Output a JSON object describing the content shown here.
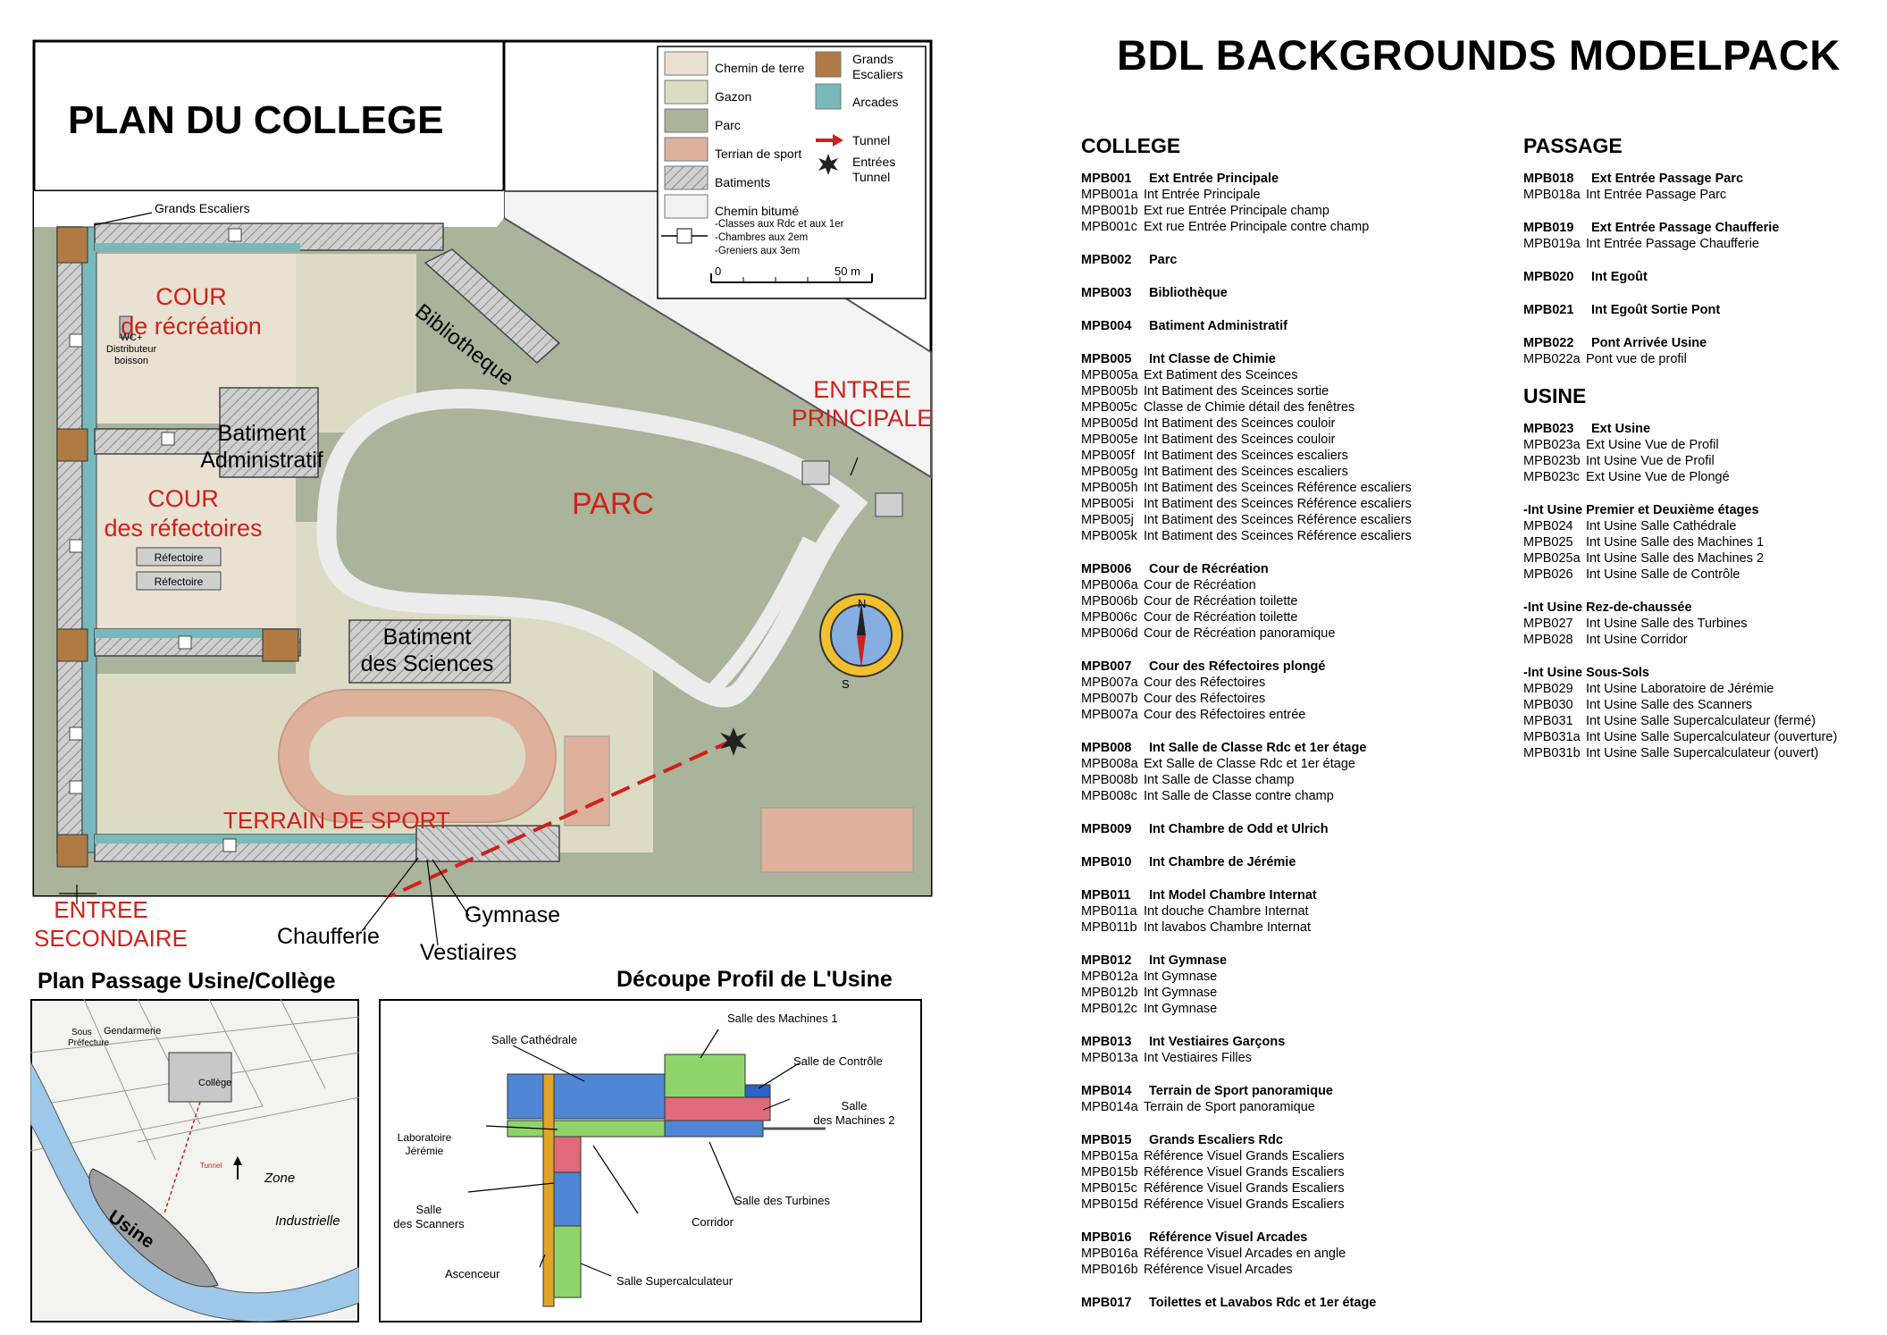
{
  "main_title": "BDL BACKGROUNDS MODELPACK",
  "map": {
    "title": "PLAN DU COLLEGE",
    "labels": {
      "grands_escaliers": "Grands Escaliers",
      "cour_recreation_1": "COUR",
      "cour_recreation_2": "de récréation",
      "wc_1": "WC+",
      "wc_2": "Distributeur",
      "wc_3": "boisson",
      "batiment_admin_1": "Batiment",
      "batiment_admin_2": "Administratif",
      "cour_refectoires_1": "COUR",
      "cour_refectoires_2": "des réfectoires",
      "refectoire_a": "Réfectoire",
      "refectoire_b": "Réfectoire",
      "bibliotheque": "Bibliotheque",
      "entree_principale_1": "ENTREE",
      "entree_principale_2": "PRINCIPALE",
      "parc": "PARC",
      "batiment_sciences_1": "Batiment",
      "batiment_sciences_2": "des Sciences",
      "terrain_sport": "TERRAIN DE SPORT",
      "entree_secondaire_1": "ENTREE",
      "entree_secondaire_2": "SECONDAIRE",
      "chaufferie": "Chaufferie",
      "gymnase": "Gymnase",
      "vestiaires": "Vestiaires",
      "compass_n": "N",
      "compass_s": "S"
    },
    "legend": [
      {
        "label": "Chemin de terre",
        "color": "#e9e2d3"
      },
      {
        "label": "Gazon",
        "color": "#dcdcc4"
      },
      {
        "label": "Parc",
        "color": "#a9b49a"
      },
      {
        "label": "Terrian de sport",
        "color": "#deb19d"
      },
      {
        "label": "Batiments",
        "color": "#d0d0d0"
      },
      {
        "label": "Chemin bitumé",
        "color": "#f0f0f0"
      }
    ],
    "legend_right": [
      {
        "label_1": "Grands",
        "label_2": "Escaliers",
        "color": "#b07a45"
      },
      {
        "label_1": "Arcades",
        "label_2": "",
        "color": "#79b9bb"
      }
    ],
    "legend_tunnel": "Tunnel",
    "legend_entrees_1": "Entrées",
    "legend_entrees_2": "Tunnel",
    "legend_floors": [
      "-Classes aux Rdc et aux 1er",
      "-Chambres aux 2em",
      "-Greniers aux 3em"
    ],
    "scale_start": "0",
    "scale_end": "50 m",
    "colors": {
      "path": "#ececec",
      "park": "#a9b49a",
      "lawn": "#dcdcc4",
      "dirt": "#e9e2d3",
      "sport": "#deb19d",
      "building": "#cfcfcf",
      "stairs": "#b07a45",
      "arcade": "#79b9bb",
      "accent_red": "#d0201a"
    }
  },
  "passage_map": {
    "title": "Plan Passage Usine/Collège",
    "labels": {
      "college": "Collège",
      "zone": "Zone",
      "industrielle": "Industrielle",
      "usine": "Usine",
      "gendarmerie": "Gendarmerie",
      "sous": "Sous",
      "prefecture": "Préfecture",
      "tunnel": "Tunnel"
    }
  },
  "profile": {
    "title": "Découpe Profil de L'Usine",
    "labels": {
      "salle_machines_1": "Salle des Machines 1",
      "salle_cathedrale": "Salle Cathédrale",
      "salle_controle": "Salle de Contrôle",
      "salle_machines_2_a": "Salle",
      "salle_machines_2_b": "des Machines 2",
      "laboratoire_a": "Laboratoire",
      "laboratoire_b": "Jérémie",
      "salle_turbines": "Salle des Turbines",
      "salle_scanners_a": "Salle",
      "salle_scanners_b": "des Scanners",
      "corridor": "Corridor",
      "ascenceur": "Ascenceur",
      "salle_supercalculateur": "Salle Supercalculateur"
    }
  },
  "sections_left": [
    {
      "title": "COLLEGE",
      "groups": [
        [
          {
            "code": "MPB001",
            "text": "Ext Entrée Principale",
            "main": true
          },
          {
            "code": "MPB001a",
            "text": "Int Entrée Principale"
          },
          {
            "code": "MPB001b",
            "text": "Ext rue Entrée Principale champ"
          },
          {
            "code": "MPB001c",
            "text": "Ext rue Entrée Principale contre champ"
          }
        ],
        [
          {
            "code": "MPB002",
            "text": "Parc",
            "main": true
          }
        ],
        [
          {
            "code": "MPB003",
            "text": "Bibliothèque",
            "main": true
          }
        ],
        [
          {
            "code": "MPB004",
            "text": "Batiment Administratif",
            "main": true
          }
        ],
        [
          {
            "code": "MPB005",
            "text": "Int Classe de Chimie",
            "main": true
          },
          {
            "code": "MPB005a",
            "text": "Ext Batiment des Sceinces"
          },
          {
            "code": "MPB005b",
            "text": "Int Batiment des Sceinces sortie"
          },
          {
            "code": "MPB005c",
            "text": "Classe de Chimie détail des fenêtres"
          },
          {
            "code": "MPB005d",
            "text": "Int Batiment des Sceinces couloir"
          },
          {
            "code": "MPB005e",
            "text": "Int Batiment des Sceinces couloir"
          },
          {
            "code": "MPB005f",
            "text": "Int Batiment des Sceinces escaliers"
          },
          {
            "code": "MPB005g",
            "text": "Int Batiment des Sceinces escaliers"
          },
          {
            "code": "MPB005h",
            "text": "Int Batiment des Sceinces Référence escaliers"
          },
          {
            "code": "MPB005i",
            "text": "Int Batiment des Sceinces Référence escaliers"
          },
          {
            "code": "MPB005j",
            "text": "Int Batiment des Sceinces Référence escaliers"
          },
          {
            "code": "MPB005k",
            "text": "Int Batiment des Sceinces Référence escaliers"
          }
        ],
        [
          {
            "code": "MPB006",
            "text": "Cour de Récréation",
            "main": true
          },
          {
            "code": "MPB006a",
            "text": "Cour de Récréation"
          },
          {
            "code": "MPB006b",
            "text": "Cour de Récréation toilette"
          },
          {
            "code": "MPB006c",
            "text": "Cour de Récréation toilette"
          },
          {
            "code": "MPB006d",
            "text": "Cour de Récréation panoramique"
          }
        ],
        [
          {
            "code": "MPB007",
            "text": "Cour des Réfectoires plongé",
            "main": true
          },
          {
            "code": "MPB007a",
            "text": "Cour des Réfectoires"
          },
          {
            "code": "MPB007b",
            "text": "Cour des Réfectoires"
          },
          {
            "code": "MPB007a",
            "text": "Cour des Réfectoires entrée"
          }
        ],
        [
          {
            "code": "MPB008",
            "text": "Int Salle de Classe Rdc et 1er étage",
            "main": true
          },
          {
            "code": "MPB008a",
            "text": "Ext Salle de Classe Rdc et 1er étage"
          },
          {
            "code": "MPB008b",
            "text": "Int Salle de Classe champ"
          },
          {
            "code": "MPB008c",
            "text": "Int Salle de Classe contre champ"
          }
        ],
        [
          {
            "code": "MPB009",
            "text": "Int Chambre de Odd et Ulrich",
            "main": true
          }
        ],
        [
          {
            "code": "MPB010",
            "text": "Int Chambre de Jérémie",
            "main": true
          }
        ],
        [
          {
            "code": "MPB011",
            "text": "Int Model Chambre Internat",
            "main": true
          },
          {
            "code": "MPB011a",
            "text": "Int douche Chambre Internat"
          },
          {
            "code": "MPB011b",
            "text": "Int lavabos Chambre Internat"
          }
        ],
        [
          {
            "code": "MPB012",
            "text": "Int Gymnase",
            "main": true
          },
          {
            "code": "MPB012a",
            "text": "Int Gymnase"
          },
          {
            "code": "MPB012b",
            "text": "Int Gymnase"
          },
          {
            "code": "MPB012c",
            "text": "Int Gymnase"
          }
        ],
        [
          {
            "code": "MPB013",
            "text": "Int Vestiaires Garçons",
            "main": true
          },
          {
            "code": "MPB013a",
            "text": "Int Vestiaires Filles"
          }
        ],
        [
          {
            "code": "MPB014",
            "text": "Terrain de Sport panoramique",
            "main": true
          },
          {
            "code": "MPB014a",
            "text": "Terrain de Sport panoramique"
          }
        ],
        [
          {
            "code": "MPB015",
            "text": "Grands Escaliers Rdc",
            "main": true
          },
          {
            "code": "MPB015a",
            "text": "Référence Visuel Grands Escaliers"
          },
          {
            "code": "MPB015b",
            "text": "Référence Visuel Grands Escaliers"
          },
          {
            "code": "MPB015c",
            "text": "Référence Visuel Grands Escaliers"
          },
          {
            "code": "MPB015d",
            "text": "Référence Visuel Grands Escaliers"
          }
        ],
        [
          {
            "code": "MPB016",
            "text": "Référence Visuel Arcades",
            "main": true
          },
          {
            "code": "MPB016a",
            "text": "Référence Visuel Arcades en angle"
          },
          {
            "code": "MPB016b",
            "text": "Référence Visuel Arcades"
          }
        ],
        [
          {
            "code": "MPB017",
            "text": "Toilettes et Lavabos Rdc et 1er étage",
            "main": true
          }
        ]
      ]
    }
  ],
  "sections_right": [
    {
      "title": "PASSAGE",
      "groups": [
        [
          {
            "code": "MPB018",
            "text": "Ext Entrée Passage Parc",
            "main": true
          },
          {
            "code": "MPB018a",
            "text": "Int Entrée Passage Parc"
          }
        ],
        [
          {
            "code": "MPB019",
            "text": "Ext Entrée Passage Chaufferie",
            "main": true
          },
          {
            "code": "MPB019a",
            "text": "Int Entrée Passage Chaufferie"
          }
        ],
        [
          {
            "code": "MPB020",
            "text": "Int Egoût",
            "main": true
          }
        ],
        [
          {
            "code": "MPB021",
            "text": "Int Egoût Sortie Pont",
            "main": true
          }
        ],
        [
          {
            "code": "MPB022",
            "text": "Pont Arrivée Usine",
            "main": true
          },
          {
            "code": "MPB022a",
            "text": "Pont vue de profil"
          }
        ]
      ]
    },
    {
      "title": "USINE",
      "groups": [
        [
          {
            "code": "MPB023",
            "text": "Ext Usine",
            "main": true
          },
          {
            "code": "MPB023a",
            "text": "Ext Usine Vue de Profil"
          },
          {
            "code": "MPB023b",
            "text": "Int Usine Vue de Profil"
          },
          {
            "code": "MPB023c",
            "text": "Ext Usine Vue de Plongé"
          }
        ],
        [
          {
            "code": "",
            "text": "-Int Usine Premier et Deuxième étages",
            "main": true
          },
          {
            "code": "MPB024",
            "text": "Int Usine Salle Cathédrale"
          },
          {
            "code": "MPB025",
            "text": "Int Usine Salle des Machines 1"
          },
          {
            "code": "MPB025a",
            "text": "Int Usine Salle des Machines 2"
          },
          {
            "code": "MPB026",
            "text": "Int Usine Salle de Contrôle"
          }
        ],
        [
          {
            "code": "",
            "text": "-Int Usine Rez-de-chaussée",
            "main": true
          },
          {
            "code": "MPB027",
            "text": "Int Usine Salle des Turbines"
          },
          {
            "code": "MPB028",
            "text": "Int Usine Corridor"
          }
        ],
        [
          {
            "code": "",
            "text": "-Int Usine Sous-Sols",
            "main": true
          },
          {
            "code": "MPB029",
            "text": "Int Usine Laboratoire de Jérémie"
          },
          {
            "code": "MPB030",
            "text": "Int Usine Salle des Scanners"
          },
          {
            "code": "MPB031",
            "text": "Int Usine Salle Supercalculateur (fermé)"
          },
          {
            "code": "MPB031a",
            "text": "Int Usine Salle Supercalculateur (ouverture)"
          },
          {
            "code": "MPB031b",
            "text": "Int Usine Salle Supercalculateur (ouvert)"
          }
        ]
      ]
    }
  ]
}
